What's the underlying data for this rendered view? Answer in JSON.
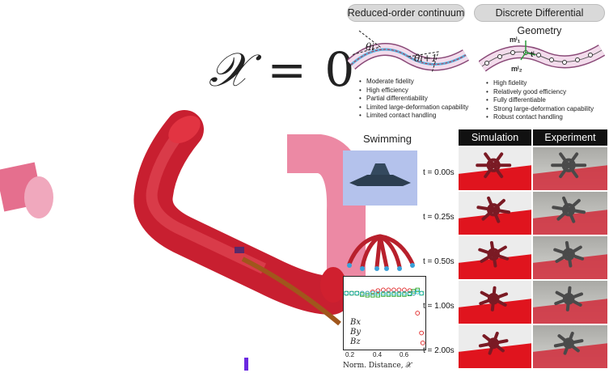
{
  "headers": {
    "left_title": "Reduced-order continuum",
    "right_title": "Discrete Differential Geometry"
  },
  "equation": {
    "symbol": "𝒳",
    "operator": "=",
    "value": "0"
  },
  "left_diagram": {
    "theta_i": "θi",
    "theta_i1": "θi+1"
  },
  "right_diagram": {
    "m1": "mⁱ₁",
    "m2": "mⁱ₂",
    "t": "tⁱ"
  },
  "left_bullets": [
    "Moderate fidelity",
    "High efficiency",
    "Partial differentiability",
    "Limited large-deformation capability",
    "Limited contact handling"
  ],
  "right_bullets": [
    "High fidelity",
    "Relatively good efficiency",
    "Fully differentiable",
    "Strong large-deformation capability",
    "Robust contact handling"
  ],
  "swimming": {
    "label": "Swimming"
  },
  "columns": {
    "simulation": "Simulation",
    "experiment": "Experiment"
  },
  "time_labels": [
    "t = 0.00s",
    "t = 0.25s",
    "t = 0.50s",
    "t = 1.00s",
    "t = 2.00s"
  ],
  "plot": {
    "xticks": [
      "0.2",
      "0.4",
      "0.6"
    ],
    "xlabel": "Norm. Distance, 𝒳",
    "legend": [
      "Bx",
      "By",
      "Bz"
    ]
  },
  "colors": {
    "tube_red": "#d42a3a",
    "tube_pink": "#e56f8e",
    "pill_bg": "#d9d9d9",
    "header_black": "#111111",
    "floor_red": "#e0141e"
  },
  "chart_data": {
    "type": "scatter",
    "xlabel": "Norm. Distance, 𝒳",
    "xlim": [
      0.1,
      0.72
    ],
    "series": [
      {
        "name": "Bx",
        "x": [
          0.12,
          0.16,
          0.2,
          0.24,
          0.28,
          0.32,
          0.36,
          0.4,
          0.44,
          0.48,
          0.52,
          0.56,
          0.6,
          0.63,
          0.66,
          0.69,
          0.7
        ],
        "y": [
          0.0,
          0.0,
          0.0,
          0.0,
          0.0,
          0.02,
          0.04,
          0.05,
          0.05,
          0.05,
          0.05,
          0.05,
          0.04,
          0.0,
          -0.3,
          -0.6,
          -0.75
        ]
      },
      {
        "name": "By",
        "x": [
          0.12,
          0.16,
          0.2,
          0.24,
          0.28,
          0.32,
          0.36,
          0.4,
          0.44,
          0.48,
          0.52,
          0.56,
          0.6,
          0.63,
          0.66,
          0.69
        ],
        "y": [
          0.0,
          0.0,
          0.0,
          -0.02,
          -0.03,
          -0.03,
          -0.03,
          -0.02,
          -0.02,
          -0.02,
          -0.02,
          -0.02,
          -0.01,
          0.03,
          0.05,
          0.0
        ]
      },
      {
        "name": "Bz",
        "x": [
          0.12,
          0.16,
          0.2,
          0.24,
          0.28,
          0.32,
          0.36,
          0.4,
          0.44,
          0.48,
          0.52,
          0.56,
          0.6,
          0.63,
          0.66,
          0.69
        ],
        "y": [
          0.0,
          0.0,
          0.0,
          0.0,
          0.0,
          0.0,
          0.0,
          0.0,
          0.0,
          0.0,
          0.0,
          0.0,
          0.0,
          0.0,
          0.02,
          0.0
        ]
      }
    ]
  }
}
